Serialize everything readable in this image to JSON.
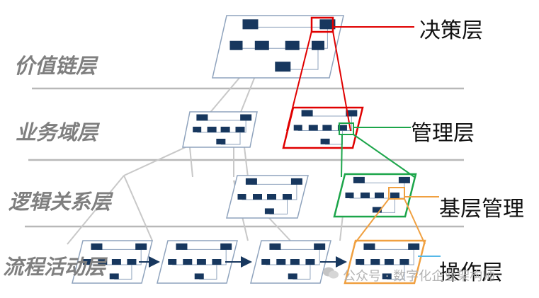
{
  "layers": {
    "value_chain": "价值链层",
    "business_domain": "业务域层",
    "logical_relation": "逻辑关系层",
    "process_activity": "流程活动层"
  },
  "callouts": {
    "decision": "决策层",
    "management": "管理层",
    "grassroots_management": "基层管理",
    "operation": "操作层"
  },
  "watermark": "公众号 · 数字化企业架构师",
  "colors": {
    "panel_border": "#8fa3bd",
    "node_fill": "#17375e",
    "connector": "#c8c8c8",
    "separator": "#b8b8b8",
    "decision": "#e00000",
    "management": "#1ca54a",
    "grassroots": "#f0a040",
    "operation": "#55b8e8",
    "arrow": "#17375e"
  }
}
